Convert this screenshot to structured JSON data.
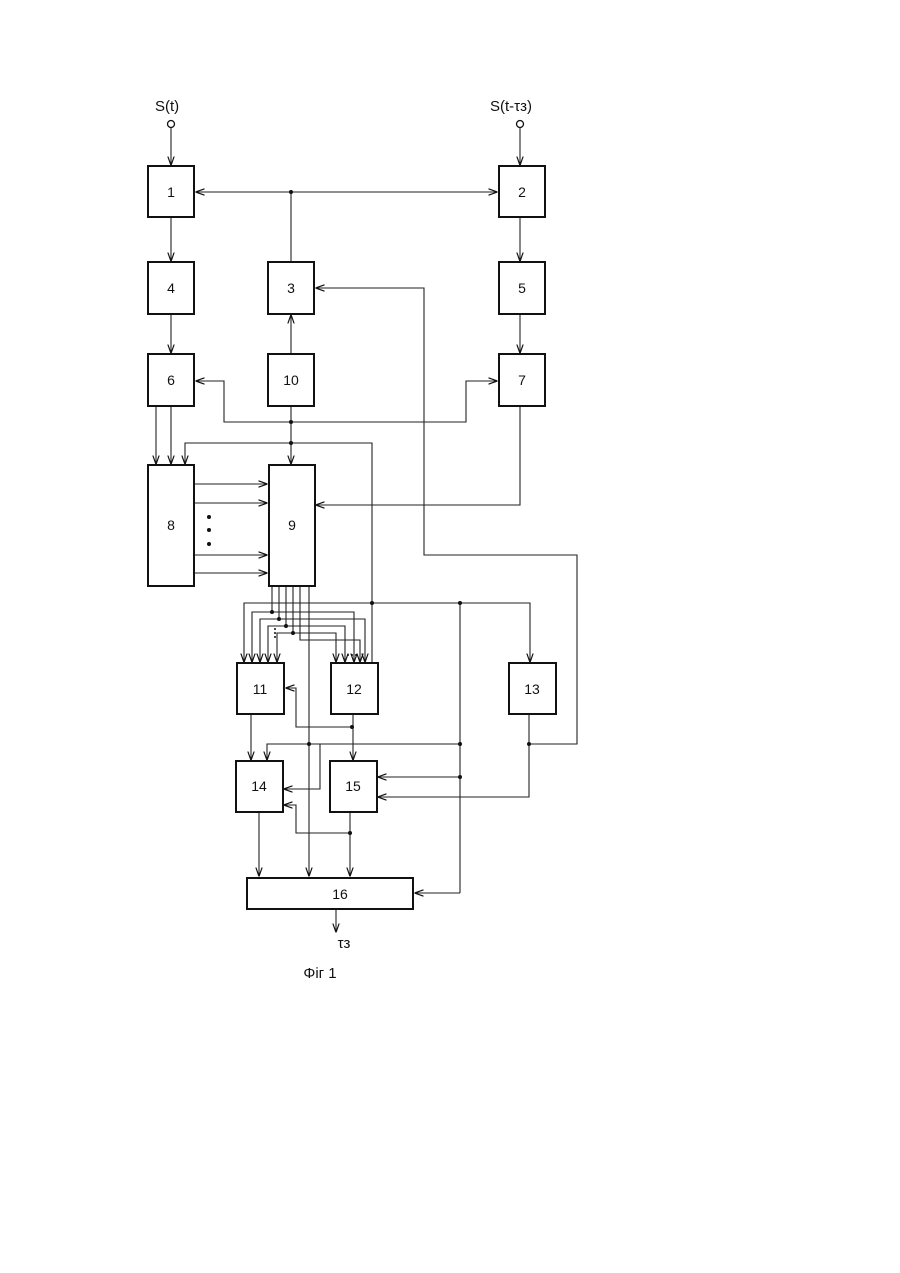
{
  "inputs": {
    "left_label": "S(t)",
    "right_label": "S(t-τз)"
  },
  "blocks": {
    "b1": "1",
    "b2": "2",
    "b3": "3",
    "b4": "4",
    "b5": "5",
    "b6": "6",
    "b7": "7",
    "b8": "8",
    "b9": "9",
    "b10": "10",
    "b11": "11",
    "b12": "12",
    "b13": "13",
    "b14": "14",
    "b15": "15",
    "b16": "16"
  },
  "output": {
    "label": "τз"
  },
  "caption": "Φіг 1",
  "colors": {
    "ink": "#111111",
    "paper": "#ffffff"
  }
}
